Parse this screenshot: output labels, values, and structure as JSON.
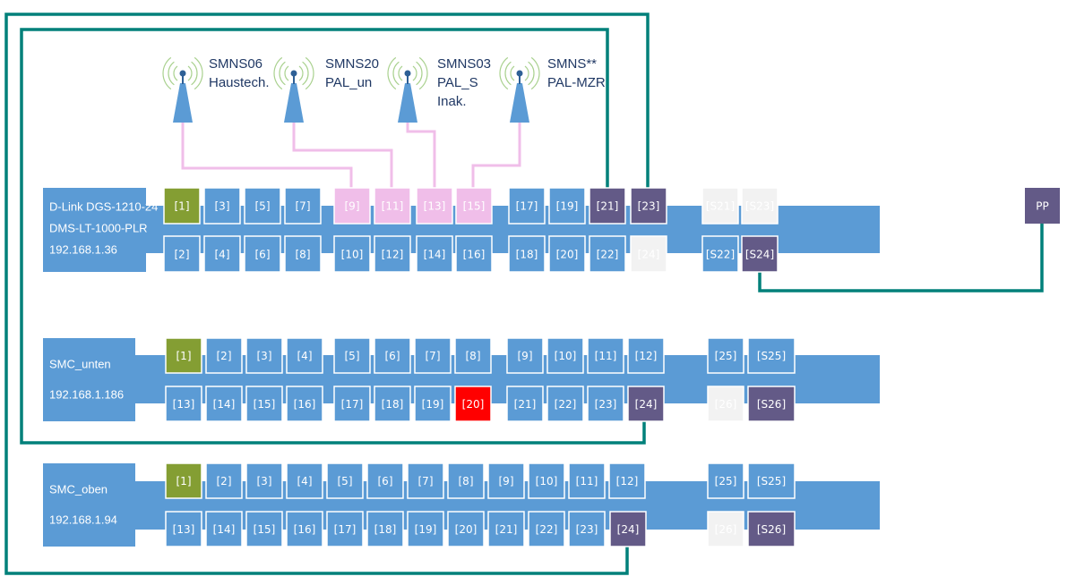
{
  "colors": {
    "port": "#5B9BD5",
    "uplink": "#849E33",
    "trunk": "#635A87",
    "wlan": "#F0BEE9",
    "unused": "#F2F2F2",
    "error": "#FF0000",
    "cable": "#00807A",
    "wlan_cable": "#F0BEE9",
    "antenna": "#5B9BD5",
    "waves": "#A9D18E",
    "antenna_text": "#203864"
  },
  "antennas": [
    {
      "icon": "antenna-icon",
      "lines": [
        "SMNS06",
        "Haustech."
      ]
    },
    {
      "icon": "antenna-icon",
      "lines": [
        "SMNS20",
        "PAL_un"
      ]
    },
    {
      "icon": "antenna-icon",
      "lines": [
        "SMNS03",
        "PAL_S",
        "Inak."
      ]
    },
    {
      "icon": "antenna-icon",
      "lines": [
        "SMNS**",
        "PAL-MZR"
      ]
    }
  ],
  "patch_panel": {
    "label": "PP",
    "state": "trunk"
  },
  "switches": [
    {
      "name": "dlink",
      "lines": [
        "D-Link DGS-1210-24",
        "DMS-LT-1000-PLR",
        "192.168.1.36"
      ],
      "top": [
        {
          "label": "[1]",
          "state": "uplink"
        },
        {
          "label": "[3]",
          "state": "port"
        },
        {
          "label": "[5]",
          "state": "port"
        },
        {
          "label": "[7]",
          "state": "port"
        },
        {
          "label": "[9]",
          "state": "wlan"
        },
        {
          "label": "[11]",
          "state": "wlan"
        },
        {
          "label": "[13]",
          "state": "wlan"
        },
        {
          "label": "[15]",
          "state": "wlan"
        },
        {
          "label": "[17]",
          "state": "port"
        },
        {
          "label": "[19]",
          "state": "port"
        },
        {
          "label": "[21]",
          "state": "trunk"
        },
        {
          "label": "[23]",
          "state": "trunk"
        },
        {
          "label": "[S21]",
          "state": "unused"
        },
        {
          "label": "[S23]",
          "state": "unused"
        }
      ],
      "bottom": [
        {
          "label": "[2]",
          "state": "port"
        },
        {
          "label": "[4]",
          "state": "port"
        },
        {
          "label": "[6]",
          "state": "port"
        },
        {
          "label": "[8]",
          "state": "port"
        },
        {
          "label": "[10]",
          "state": "port"
        },
        {
          "label": "[12]",
          "state": "port"
        },
        {
          "label": "[14]",
          "state": "port"
        },
        {
          "label": "[16]",
          "state": "port"
        },
        {
          "label": "[18]",
          "state": "port"
        },
        {
          "label": "[20]",
          "state": "port"
        },
        {
          "label": "[22]",
          "state": "port"
        },
        {
          "label": "[24]",
          "state": "unused"
        },
        {
          "label": "[S22]",
          "state": "port"
        },
        {
          "label": "[S24]",
          "state": "trunk"
        }
      ]
    },
    {
      "name": "smc-unten",
      "lines": [
        "SMC_unten",
        "192.168.1.186"
      ],
      "top": [
        {
          "label": "[1]",
          "state": "uplink"
        },
        {
          "label": "[2]",
          "state": "port"
        },
        {
          "label": "[3]",
          "state": "port"
        },
        {
          "label": "[4]",
          "state": "port"
        },
        {
          "label": "[5]",
          "state": "port"
        },
        {
          "label": "[6]",
          "state": "port"
        },
        {
          "label": "[7]",
          "state": "port"
        },
        {
          "label": "[8]",
          "state": "port"
        },
        {
          "label": "[9]",
          "state": "port"
        },
        {
          "label": "[10]",
          "state": "port"
        },
        {
          "label": "[11]",
          "state": "port"
        },
        {
          "label": "[12]",
          "state": "port"
        },
        {
          "label": "[25]",
          "state": "port"
        },
        {
          "label": "[S25]",
          "state": "port"
        }
      ],
      "bottom": [
        {
          "label": "[13]",
          "state": "port"
        },
        {
          "label": "[14]",
          "state": "port"
        },
        {
          "label": "[15]",
          "state": "port"
        },
        {
          "label": "[16]",
          "state": "port"
        },
        {
          "label": "[17]",
          "state": "port"
        },
        {
          "label": "[18]",
          "state": "port"
        },
        {
          "label": "[19]",
          "state": "port"
        },
        {
          "label": "[20]",
          "state": "error"
        },
        {
          "label": "[21]",
          "state": "port"
        },
        {
          "label": "[22]",
          "state": "port"
        },
        {
          "label": "[23]",
          "state": "port"
        },
        {
          "label": "[24]",
          "state": "trunk"
        },
        {
          "label": "[26]",
          "state": "unused"
        },
        {
          "label": "[S26]",
          "state": "trunk"
        }
      ]
    },
    {
      "name": "smc-oben",
      "lines": [
        "SMC_oben",
        "192.168.1.94"
      ],
      "top": [
        {
          "label": "[1]",
          "state": "uplink"
        },
        {
          "label": "[2]",
          "state": "port"
        },
        {
          "label": "[3]",
          "state": "port"
        },
        {
          "label": "[4]",
          "state": "port"
        },
        {
          "label": "[5]",
          "state": "port"
        },
        {
          "label": "[6]",
          "state": "port"
        },
        {
          "label": "[7]",
          "state": "port"
        },
        {
          "label": "[8]",
          "state": "port"
        },
        {
          "label": "[9]",
          "state": "port"
        },
        {
          "label": "[10]",
          "state": "port"
        },
        {
          "label": "[11]",
          "state": "port"
        },
        {
          "label": "[12]",
          "state": "port"
        },
        {
          "label": "[25]",
          "state": "port"
        },
        {
          "label": "[S25]",
          "state": "port"
        }
      ],
      "bottom": [
        {
          "label": "[13]",
          "state": "port"
        },
        {
          "label": "[14]",
          "state": "port"
        },
        {
          "label": "[15]",
          "state": "port"
        },
        {
          "label": "[16]",
          "state": "port"
        },
        {
          "label": "[17]",
          "state": "port"
        },
        {
          "label": "[18]",
          "state": "port"
        },
        {
          "label": "[19]",
          "state": "port"
        },
        {
          "label": "[20]",
          "state": "port"
        },
        {
          "label": "[21]",
          "state": "port"
        },
        {
          "label": "[22]",
          "state": "port"
        },
        {
          "label": "[23]",
          "state": "port"
        },
        {
          "label": "[24]",
          "state": "trunk"
        },
        {
          "label": "[26]",
          "state": "unused"
        },
        {
          "label": "[S26]",
          "state": "trunk"
        }
      ]
    }
  ]
}
